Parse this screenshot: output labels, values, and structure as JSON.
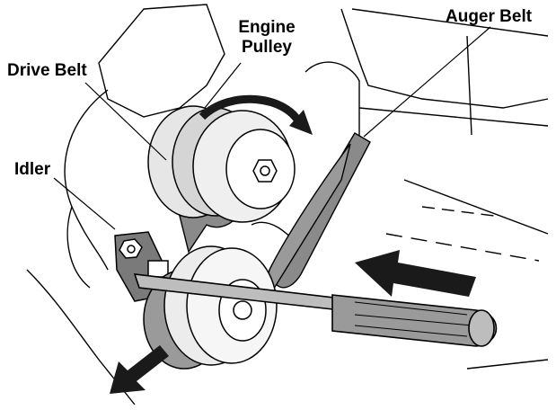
{
  "labels": {
    "engine_pulley_line1": "Engine",
    "engine_pulley_line2": "Pulley",
    "drive_belt": "Drive Belt",
    "auger_belt": "Auger Belt",
    "idler": "Idler"
  },
  "colors": {
    "ink": "#000000",
    "paper": "#ffffff",
    "belt_gray": "#8a8a8a",
    "pulley_light": "#e6e6e6",
    "pulley_mid": "#bdbdbd",
    "arrow_dark": "#1a1a1a"
  },
  "icons": {
    "rotation_arrow": "curved-arrow-icon",
    "push_arrow": "left-arrow-icon",
    "pull_arrow": "down-left-arrow-icon"
  }
}
